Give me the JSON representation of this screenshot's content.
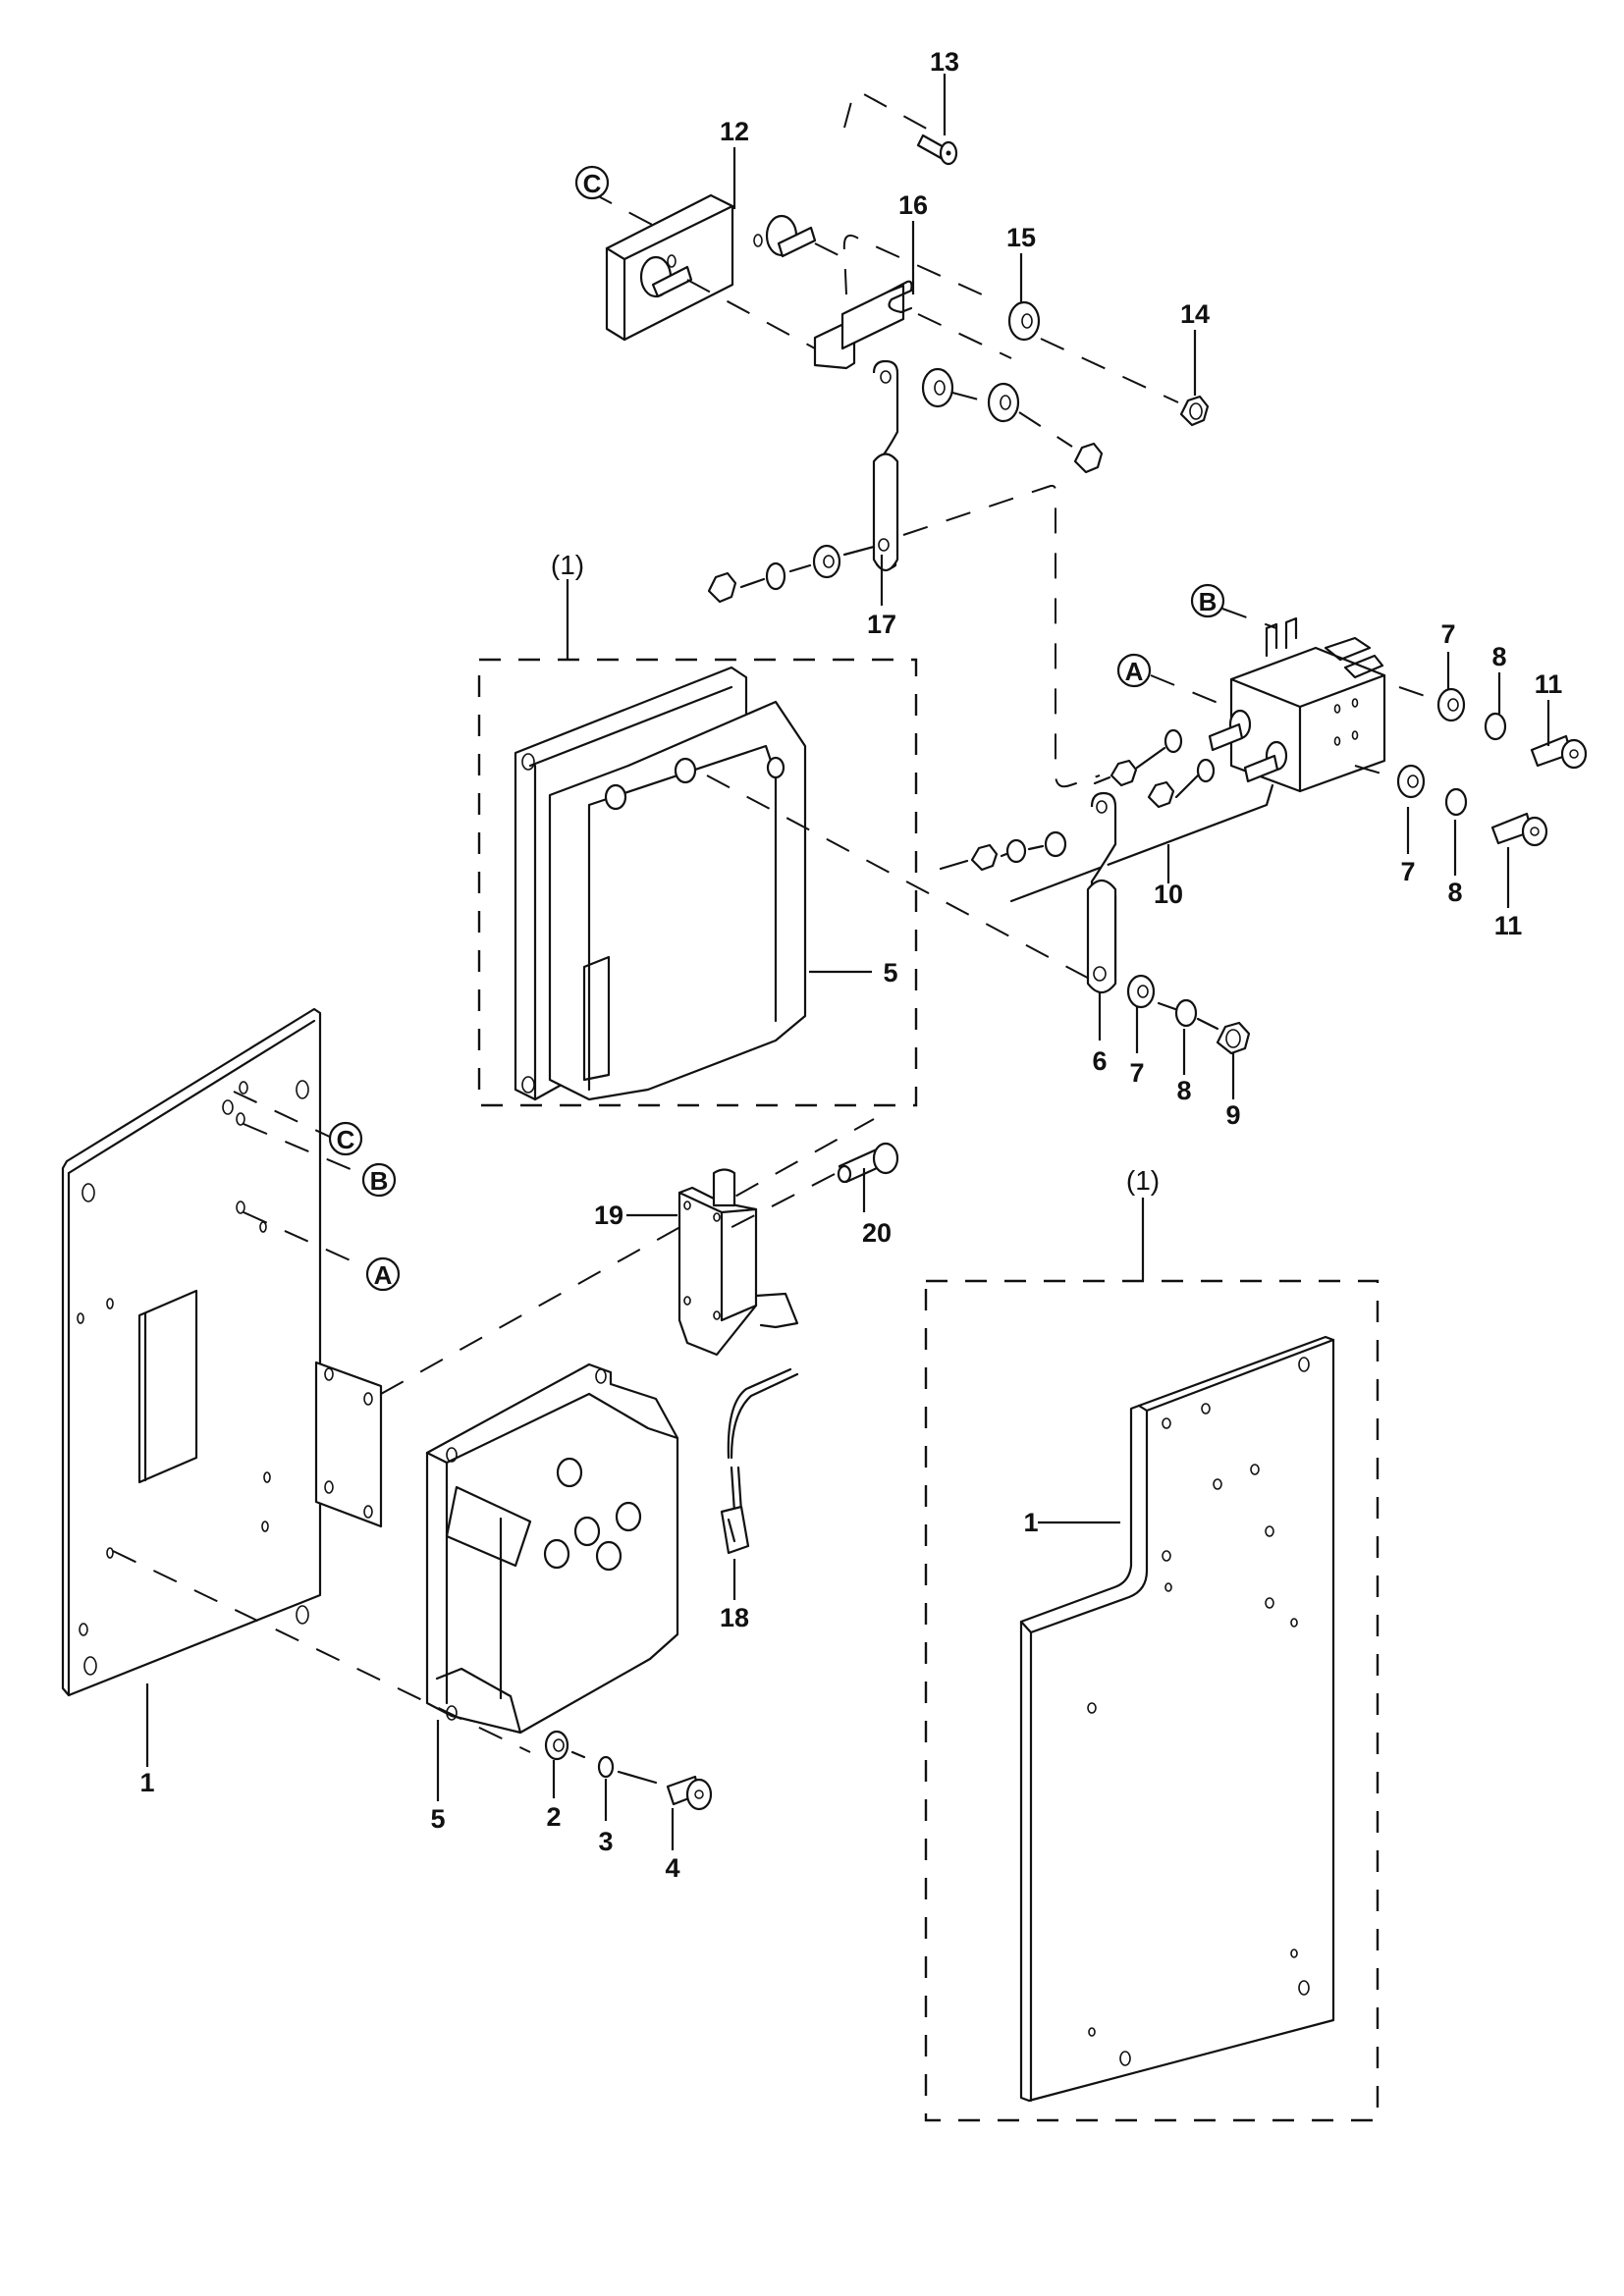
{
  "diagram": {
    "type": "exploded-parts-view",
    "background": "#ffffff",
    "line_color": "#111111"
  },
  "group_labels": {
    "upper_box": "(1)",
    "lower_box": "(1)"
  },
  "reference_markers": {
    "c_top": "C",
    "b_right": "B",
    "a_right": "A",
    "c_plate": "C",
    "b_plate": "B",
    "a_plate": "A"
  },
  "callouts": {
    "p13": "13",
    "p12": "12",
    "p16": "16",
    "p15": "15",
    "p14": "14",
    "p17": "17",
    "p7a": "7",
    "p8a": "8",
    "p11a": "11",
    "p10": "10",
    "p7b": "7",
    "p8b": "8",
    "p11b": "11",
    "p5a": "5",
    "p6": "6",
    "p7c": "7",
    "p8c": "8",
    "p9": "9",
    "p20": "20",
    "p19": "19",
    "p18": "18",
    "p1a": "1",
    "p5b": "5",
    "p2": "2",
    "p3": "3",
    "p4": "4",
    "p1b": "1"
  }
}
